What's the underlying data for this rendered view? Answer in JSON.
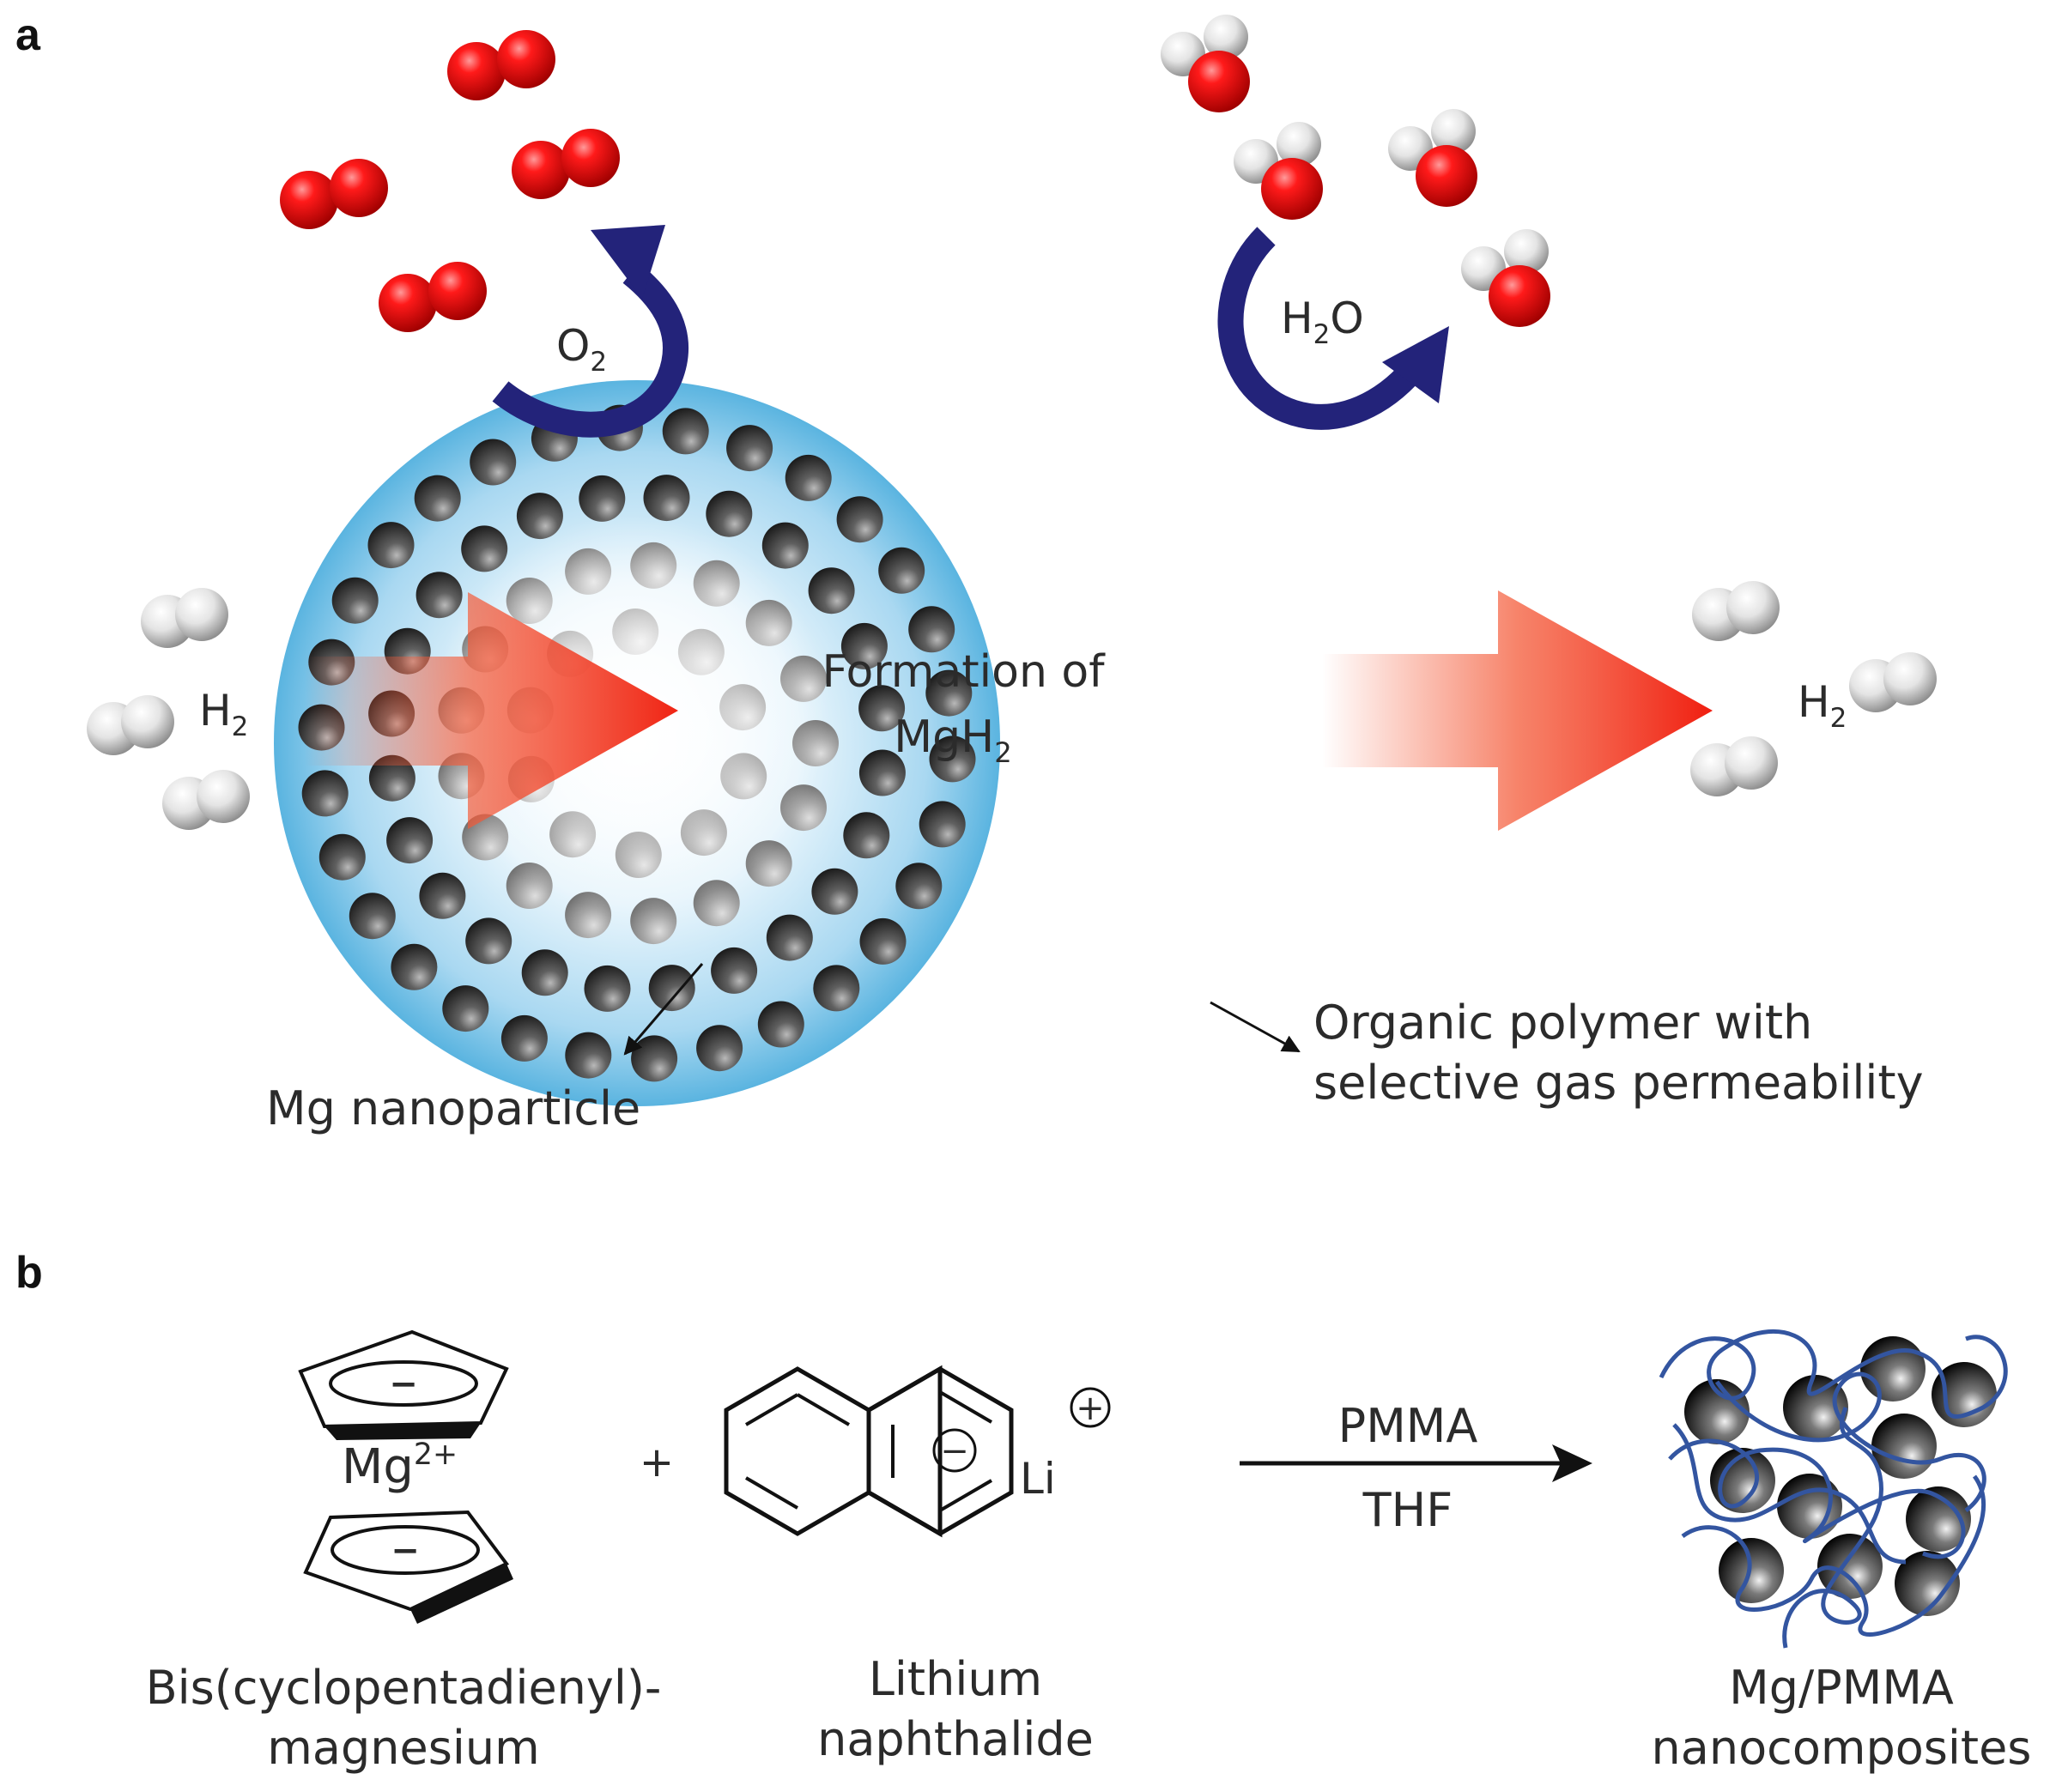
{
  "panel_a": {
    "letter": "a",
    "o2_label": "O",
    "o2_sub": "2",
    "h2o_label_h": "H",
    "h2o_label_sub": "2",
    "h2o_label_o": "O",
    "h2_in_label": "H",
    "h2_in_sub": "2",
    "h2_out_label": "H",
    "h2_out_sub": "2",
    "center_line1": "Formation of",
    "center_line2_a": "MgH",
    "center_line2_sub": "2",
    "mg_np_label": "Mg nanoparticle",
    "polymer_label_line1": "Organic polymer with",
    "polymer_label_line2": "selective gas permeability"
  },
  "panel_b": {
    "letter": "b",
    "mg_charge_base": "Mg",
    "mg_charge_sup": "2+",
    "cp_minus": "−",
    "plus": "+",
    "naph_minus": "−",
    "li": "Li",
    "li_plus": "+",
    "reagent_top": "PMMA",
    "reagent_bottom": "THF",
    "label_bis_line1": "Bis(cyclopentadienyl)-",
    "label_bis_line2": "magnesium",
    "label_li_line1": "Lithium",
    "label_li_line2": "naphthalide",
    "label_product_line1": "Mg/PMMA",
    "label_product_line2": "nanocomposites"
  },
  "colors": {
    "oxygen": "#e3000f",
    "arrow_red": "#f03a1e",
    "arrow_navy": "#23237a",
    "sphere_blue": "#5ab4e0",
    "polymer_blue": "#3355a0"
  }
}
